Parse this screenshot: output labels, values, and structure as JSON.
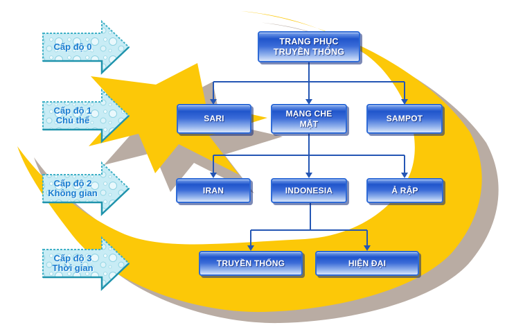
{
  "diagram": {
    "levels": [
      {
        "line1": "Cấp độ 0",
        "line2": ""
      },
      {
        "line1": "Cấp độ 1",
        "line2": "Chủ thể"
      },
      {
        "line1": "Cấp độ 2",
        "line2": "Không gian"
      },
      {
        "line1": "Cấp độ 3",
        "line2": "Thời gian"
      }
    ],
    "root": {
      "label": "TRANG PHỤC TRUYỀN THỐNG"
    },
    "level1": [
      {
        "label": "SARI"
      },
      {
        "label": "MẠNG CHE MẶT"
      },
      {
        "label": "SAMPOT"
      }
    ],
    "level2": [
      {
        "label": "IRAN"
      },
      {
        "label": "INDONESIA"
      },
      {
        "label": "Ả RẬP"
      }
    ],
    "level3": [
      {
        "label": "TRUYỀN THỐNG"
      },
      {
        "label": "HIỆN ĐẠI"
      }
    ]
  },
  "colors": {
    "accent_yellow": "#fcc808",
    "shadow_gray": "#b9aca3",
    "box_blue_dark": "#2055cb",
    "box_blue_light": "#d8e5fa",
    "box_border_blue": "#2e6ad6",
    "connector_blue": "#2456b4",
    "arrow_fill_cyan": "#c8ecf5",
    "arrow_border_teal": "#3fb0c6",
    "arrow_text_blue": "#1a7cd0"
  }
}
